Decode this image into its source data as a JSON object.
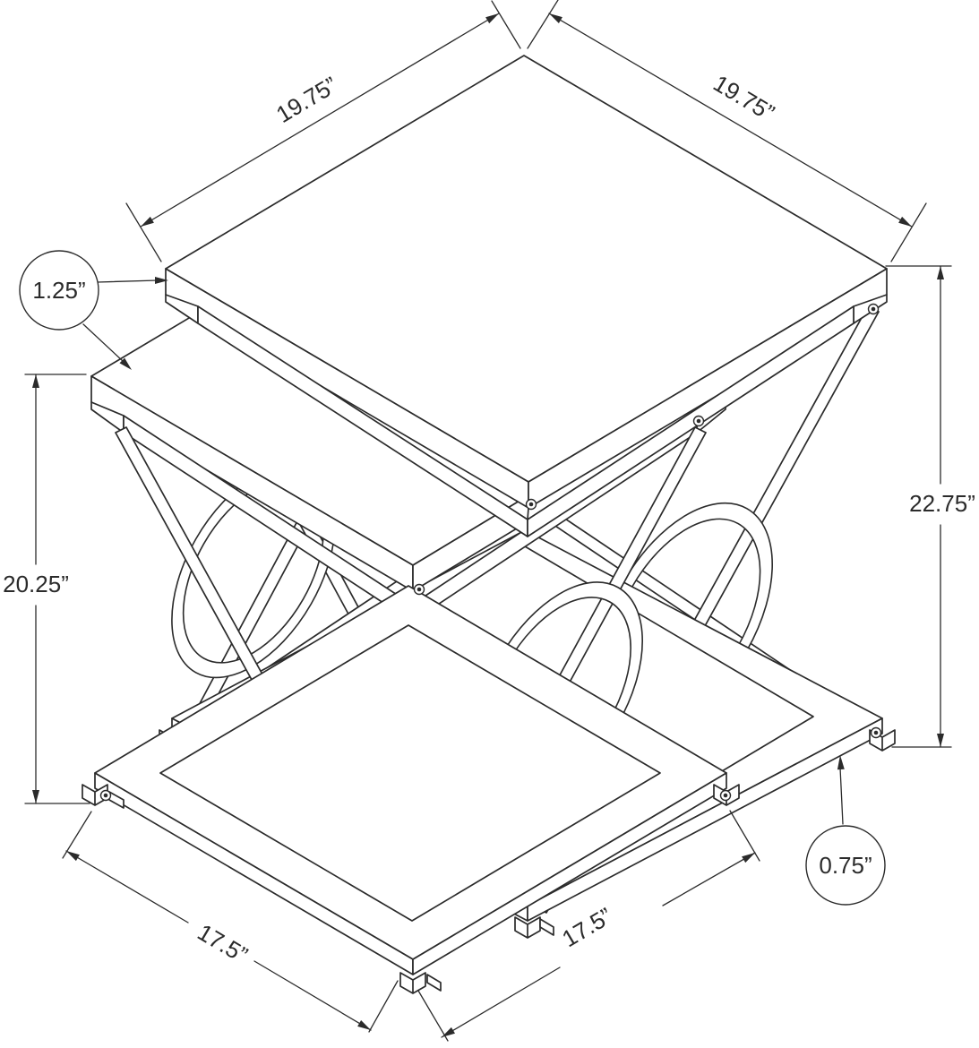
{
  "diagram": {
    "background_color": "#ffffff",
    "line_color": "#2b2b2b",
    "dimensions": {
      "top_left_edge": "19.75”",
      "top_right_edge": "19.75”",
      "tabletop_thickness": "1.25”",
      "small_table_height": "20.25”",
      "large_table_height": "22.75”",
      "shelf_left_edge": "17.5”",
      "shelf_right_edge": "17.5”",
      "shelf_thickness": "0.75”"
    }
  }
}
